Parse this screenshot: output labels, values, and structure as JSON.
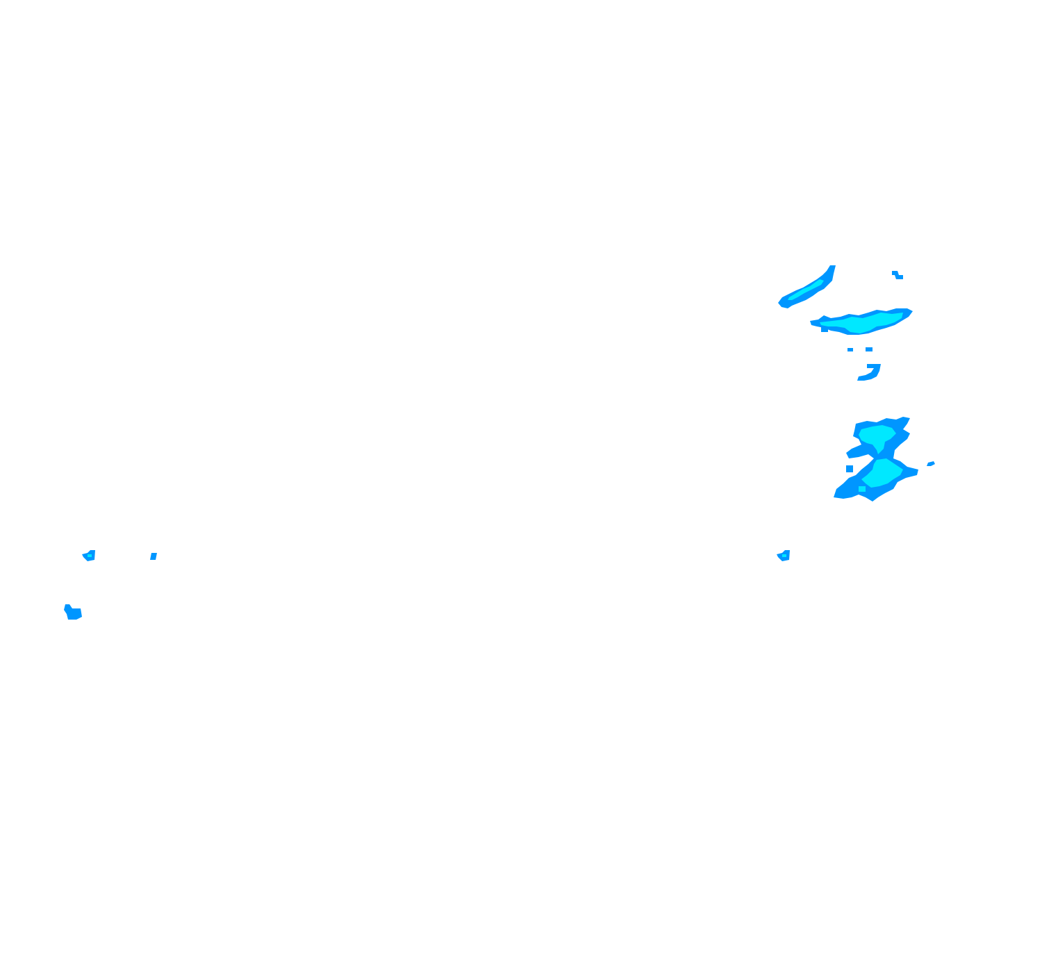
{
  "layer": {
    "type": "precipitation-radar-overlay",
    "background": "#ffffff"
  },
  "legend_colors": {
    "light": "#00e8ff",
    "moderate": "#0096ff"
  },
  "echoes": [
    {
      "name": "echo-northwest-band",
      "intensity": "mixed"
    },
    {
      "name": "echo-small-northeast",
      "intensity": "moderate"
    },
    {
      "name": "echo-central-band",
      "intensity": "mixed"
    },
    {
      "name": "echo-dots-center",
      "intensity": "moderate"
    },
    {
      "name": "echo-hook",
      "intensity": "moderate"
    },
    {
      "name": "echo-south-cluster",
      "intensity": "mixed"
    },
    {
      "name": "echo-far-east-speck",
      "intensity": "moderate"
    },
    {
      "name": "echo-west-small-a",
      "intensity": "mixed"
    },
    {
      "name": "echo-west-small-b",
      "intensity": "moderate"
    },
    {
      "name": "echo-west-small-c",
      "intensity": "moderate"
    }
  ]
}
